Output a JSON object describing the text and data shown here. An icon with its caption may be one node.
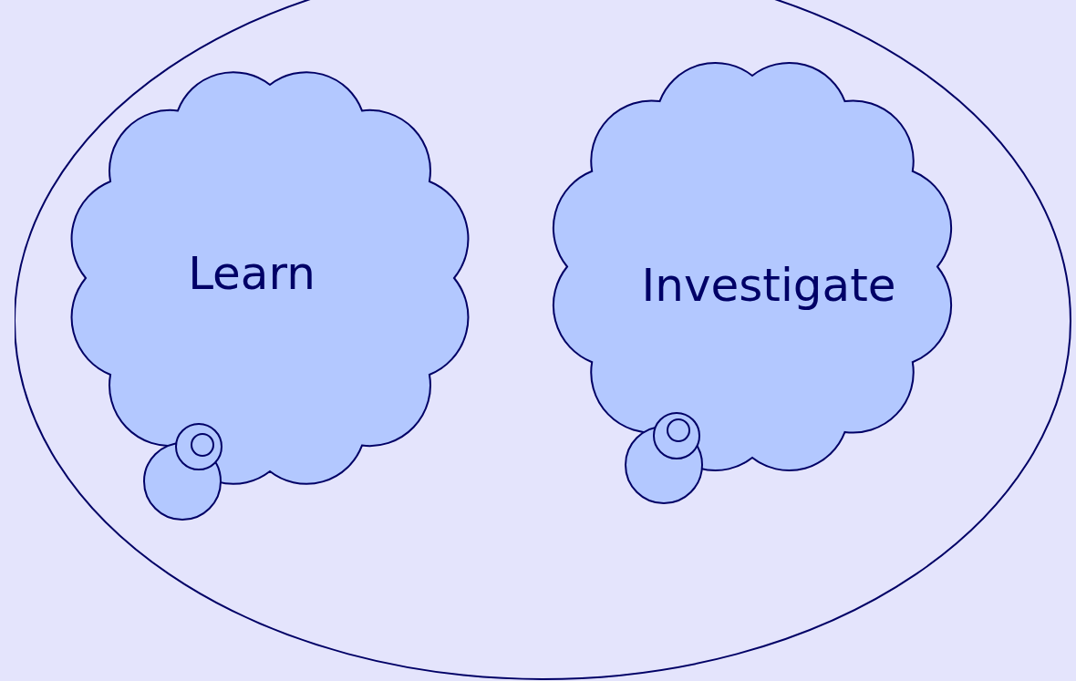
{
  "diagram": {
    "nodes": [
      {
        "text": [],
        "shape": "ellipse"
      },
      {
        "text": [
          "Learn"
        ],
        "in": 0
      },
      {
        "text": [
          "Investigate"
        ],
        "in": 0
      }
    ]
  }
}
